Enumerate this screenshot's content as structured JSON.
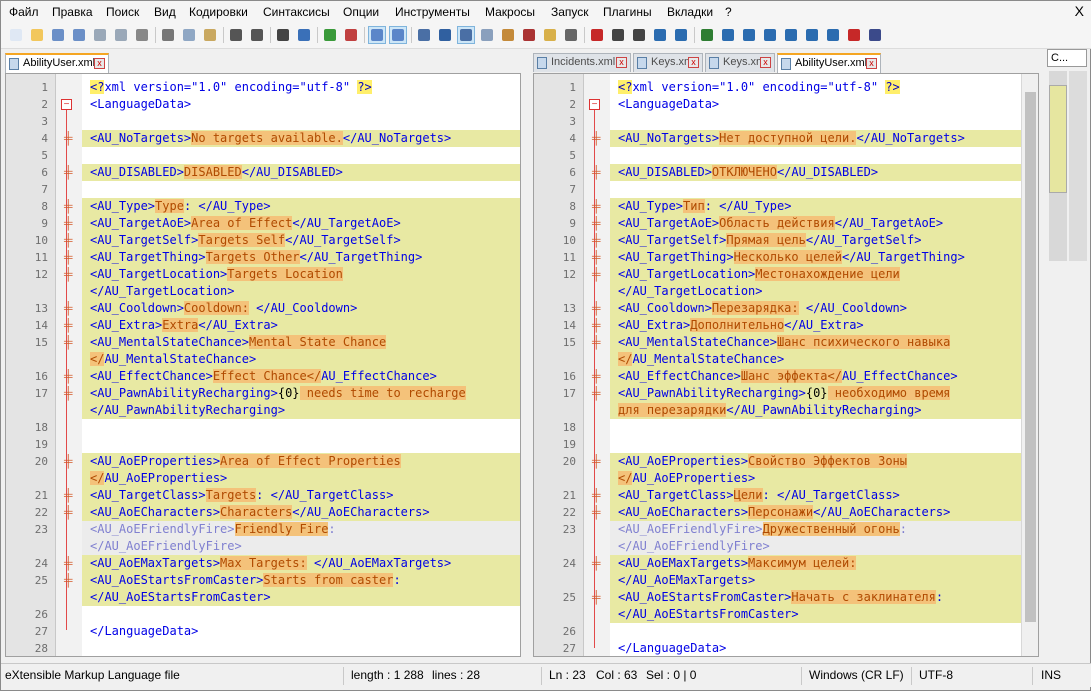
{
  "menu": [
    "Файл",
    "Правка",
    "Поиск",
    "Вид",
    "Кодировки",
    "Синтаксисы",
    "Опции",
    "Инструменты",
    "Макросы",
    "Запуск",
    "Плагины",
    "Вкладки",
    "?"
  ],
  "window_close": "X",
  "left_tabs": [
    {
      "label": "AbilityUser.xml",
      "active": true
    }
  ],
  "right_tabs": [
    {
      "label": "Incidents.xml",
      "active": false
    },
    {
      "label": "Keys.xml",
      "active": false
    },
    {
      "label": "Keys.xml",
      "active": false
    },
    {
      "label": "AbilityUser.xml",
      "active": true
    }
  ],
  "docmap_title": "C...",
  "left_editor": {
    "lines": [
      {
        "num": "1",
        "segs": [
          [
            "pi",
            "<?"
          ],
          [
            "t",
            "xml version=\"1.0\" encoding=\"utf-8\" "
          ],
          [
            "pi",
            "?>"
          ]
        ],
        "mod": false
      },
      {
        "num": "2",
        "segs": [
          [
            "t",
            "<LanguageData>"
          ]
        ],
        "mod": false,
        "fold": true
      },
      {
        "num": "3",
        "segs": [],
        "mod": false
      },
      {
        "num": "4",
        "segs": [
          [
            "t",
            "<AU_NoTargets>"
          ],
          [
            "hl",
            "No targets available."
          ],
          [
            "t",
            "</AU_NoTargets>"
          ]
        ],
        "mod": true
      },
      {
        "num": "5",
        "segs": [],
        "mod": false
      },
      {
        "num": "6",
        "segs": [
          [
            "t",
            "<AU_DISABLED>"
          ],
          [
            "hl",
            "DISABLED"
          ],
          [
            "t",
            "</AU_DISABLED>"
          ]
        ],
        "mod": true
      },
      {
        "num": "7",
        "segs": [],
        "mod": false
      },
      {
        "num": "8",
        "segs": [
          [
            "t",
            "<AU_Type>"
          ],
          [
            "hl",
            "Type"
          ],
          [
            "t",
            ": </AU_Type>"
          ]
        ],
        "mod": true
      },
      {
        "num": "9",
        "segs": [
          [
            "t",
            "<AU_TargetAoE>"
          ],
          [
            "hl",
            "Area of Effect"
          ],
          [
            "t",
            "</AU_TargetAoE>"
          ]
        ],
        "mod": true
      },
      {
        "num": "10",
        "segs": [
          [
            "t",
            "<AU_TargetSelf>"
          ],
          [
            "hl",
            "Targets Self"
          ],
          [
            "t",
            "</AU_TargetSelf>"
          ]
        ],
        "mod": true
      },
      {
        "num": "11",
        "segs": [
          [
            "t",
            "<AU_TargetThing>"
          ],
          [
            "hl",
            "Targets Other"
          ],
          [
            "t",
            "</AU_TargetThing>"
          ]
        ],
        "mod": true
      },
      {
        "num": "12",
        "segs": [
          [
            "t",
            "<AU_TargetLocation>"
          ],
          [
            "hl",
            "Targets Location"
          ]
        ],
        "mod": true
      },
      {
        "num": "",
        "segs": [
          [
            "t",
            "</AU_TargetLocation>"
          ]
        ],
        "mod": true
      },
      {
        "num": "13",
        "segs": [
          [
            "t",
            "<AU_Cooldown>"
          ],
          [
            "hl",
            "Cooldown:"
          ],
          [
            "t",
            " </AU_Cooldown>"
          ]
        ],
        "mod": true
      },
      {
        "num": "14",
        "segs": [
          [
            "t",
            "<AU_Extra>"
          ],
          [
            "hl",
            "Extra"
          ],
          [
            "t",
            "</AU_Extra>"
          ]
        ],
        "mod": true
      },
      {
        "num": "15",
        "segs": [
          [
            "t",
            "<AU_MentalStateChance>"
          ],
          [
            "hl",
            "Mental State Chance"
          ]
        ],
        "mod": true
      },
      {
        "num": "",
        "segs": [
          [
            "hl",
            "</"
          ],
          [
            "t",
            "AU_MentalStateChance>"
          ]
        ],
        "mod": true
      },
      {
        "num": "16",
        "segs": [
          [
            "t",
            "<AU_EffectChance>"
          ],
          [
            "hl",
            "Effect Chance"
          ],
          [
            "hl",
            "</"
          ],
          [
            "t",
            "AU_EffectChance>"
          ]
        ],
        "mod": true
      },
      {
        "num": "17",
        "segs": [
          [
            "t",
            "<AU_PawnAbilityRecharging>"
          ],
          [
            "txt",
            "{0}"
          ],
          [
            "hl",
            " needs time to recharge"
          ]
        ],
        "mod": true
      },
      {
        "num": "",
        "segs": [
          [
            "t",
            "</AU_PawnAbilityRecharging>"
          ]
        ],
        "mod": true
      },
      {
        "num": "18",
        "segs": [],
        "mod": false
      },
      {
        "num": "19",
        "segs": [],
        "mod": false
      },
      {
        "num": "20",
        "segs": [
          [
            "t",
            "<AU_AoEProperties>"
          ],
          [
            "hl",
            "Area of Effect Properties"
          ]
        ],
        "mod": true
      },
      {
        "num": "",
        "segs": [
          [
            "hl",
            "</"
          ],
          [
            "t",
            "AU_AoEProperties>"
          ]
        ],
        "mod": true
      },
      {
        "num": "21",
        "segs": [
          [
            "t",
            "<AU_TargetClass>"
          ],
          [
            "hl",
            "Targets"
          ],
          [
            "t",
            ": </AU_TargetClass>"
          ]
        ],
        "mod": true
      },
      {
        "num": "22",
        "segs": [
          [
            "t",
            "<AU_AoECharacters>"
          ],
          [
            "hl",
            "Characters"
          ],
          [
            "t",
            "</AU_AoECharacters>"
          ]
        ],
        "mod": true
      },
      {
        "num": "23",
        "segs": [
          [
            "t",
            "<AU_AoEFriendlyFire>"
          ],
          [
            "hl",
            "Friendly Fire"
          ],
          [
            "t",
            ":"
          ]
        ],
        "mod": false,
        "sel": true
      },
      {
        "num": "",
        "segs": [
          [
            "t",
            "</AU_AoEFriendlyFire>"
          ]
        ],
        "mod": false,
        "sel": true
      },
      {
        "num": "24",
        "segs": [
          [
            "t",
            "<AU_AoEMaxTargets>"
          ],
          [
            "hl",
            "Max Targets:"
          ],
          [
            "t",
            " </AU_AoEMaxTargets>"
          ]
        ],
        "mod": true
      },
      {
        "num": "25",
        "segs": [
          [
            "t",
            "<AU_AoEStartsFromCaster>"
          ],
          [
            "hl",
            "Starts from caster"
          ],
          [
            "t",
            ":"
          ]
        ],
        "mod": true
      },
      {
        "num": "",
        "segs": [
          [
            "t",
            "</AU_AoEStartsFromCaster>"
          ]
        ],
        "mod": true
      },
      {
        "num": "26",
        "segs": [],
        "mod": false
      },
      {
        "num": "27",
        "segs": [
          [
            "t",
            "</LanguageData>"
          ]
        ],
        "mod": false
      },
      {
        "num": "28",
        "segs": [],
        "mod": false
      }
    ]
  },
  "right_editor": {
    "lines": [
      {
        "num": "1",
        "segs": [
          [
            "pi",
            "<?"
          ],
          [
            "t",
            "xml version=\"1.0\" encoding=\"utf-8\" "
          ],
          [
            "pi",
            "?>"
          ]
        ],
        "mod": false
      },
      {
        "num": "2",
        "segs": [
          [
            "t",
            "<LanguageData>"
          ]
        ],
        "mod": false,
        "fold": true
      },
      {
        "num": "3",
        "segs": [],
        "mod": false
      },
      {
        "num": "4",
        "segs": [
          [
            "t",
            "<AU_NoTargets>"
          ],
          [
            "hl",
            "Нет доступной цели."
          ],
          [
            "t",
            "</AU_NoTargets>"
          ]
        ],
        "mod": true
      },
      {
        "num": "5",
        "segs": [],
        "mod": false
      },
      {
        "num": "6",
        "segs": [
          [
            "t",
            "<AU_DISABLED>"
          ],
          [
            "hl",
            "ОТКЛЮЧЕНО"
          ],
          [
            "t",
            "</AU_DISABLED>"
          ]
        ],
        "mod": true
      },
      {
        "num": "7",
        "segs": [],
        "mod": false
      },
      {
        "num": "8",
        "segs": [
          [
            "t",
            "<AU_Type>"
          ],
          [
            "hl",
            "Тип"
          ],
          [
            "t",
            ": </AU_Type>"
          ]
        ],
        "mod": true
      },
      {
        "num": "9",
        "segs": [
          [
            "t",
            "<AU_TargetAoE>"
          ],
          [
            "hl",
            "Область действия"
          ],
          [
            "t",
            "</AU_TargetAoE>"
          ]
        ],
        "mod": true
      },
      {
        "num": "10",
        "segs": [
          [
            "t",
            "<AU_TargetSelf>"
          ],
          [
            "hl",
            "Прямая цель"
          ],
          [
            "t",
            "</AU_TargetSelf>"
          ]
        ],
        "mod": true
      },
      {
        "num": "11",
        "segs": [
          [
            "t",
            "<AU_TargetThing>"
          ],
          [
            "hl",
            "Несколько целей"
          ],
          [
            "t",
            "</AU_TargetThing>"
          ]
        ],
        "mod": true
      },
      {
        "num": "12",
        "segs": [
          [
            "t",
            "<AU_TargetLocation>"
          ],
          [
            "hl",
            "Местонахождение цели"
          ]
        ],
        "mod": true
      },
      {
        "num": "",
        "segs": [
          [
            "t",
            "</AU_TargetLocation>"
          ]
        ],
        "mod": true
      },
      {
        "num": "13",
        "segs": [
          [
            "t",
            "<AU_Cooldown>"
          ],
          [
            "hl",
            "Перезарядка:"
          ],
          [
            "t",
            " </AU_Cooldown>"
          ]
        ],
        "mod": true
      },
      {
        "num": "14",
        "segs": [
          [
            "t",
            "<AU_Extra>"
          ],
          [
            "hl",
            "Дополнительно"
          ],
          [
            "t",
            "</AU_Extra>"
          ]
        ],
        "mod": true
      },
      {
        "num": "15",
        "segs": [
          [
            "t",
            "<AU_MentalStateChance>"
          ],
          [
            "hl",
            "Шанс психического навыка"
          ]
        ],
        "mod": true
      },
      {
        "num": "",
        "segs": [
          [
            "hl",
            "</"
          ],
          [
            "t",
            "AU_MentalStateChance>"
          ]
        ],
        "mod": true
      },
      {
        "num": "16",
        "segs": [
          [
            "t",
            "<AU_EffectChance>"
          ],
          [
            "hl",
            "Шанс эффекта"
          ],
          [
            "hl",
            "</"
          ],
          [
            "t",
            "AU_EffectChance>"
          ]
        ],
        "mod": true
      },
      {
        "num": "17",
        "segs": [
          [
            "t",
            "<AU_PawnAbilityRecharging>"
          ],
          [
            "txt",
            "{0}"
          ],
          [
            "hl",
            " необходимо время"
          ]
        ],
        "mod": true
      },
      {
        "num": "",
        "segs": [
          [
            "hl",
            "для перезарядки"
          ],
          [
            "t",
            "</AU_PawnAbilityRecharging>"
          ]
        ],
        "mod": true
      },
      {
        "num": "18",
        "segs": [],
        "mod": false
      },
      {
        "num": "19",
        "segs": [],
        "mod": false
      },
      {
        "num": "20",
        "segs": [
          [
            "t",
            "<AU_AoEProperties>"
          ],
          [
            "hl",
            "Свойство Эффектов Зоны"
          ]
        ],
        "mod": true
      },
      {
        "num": "",
        "segs": [
          [
            "hl",
            "</"
          ],
          [
            "t",
            "AU_AoEProperties>"
          ]
        ],
        "mod": true
      },
      {
        "num": "21",
        "segs": [
          [
            "t",
            "<AU_TargetClass>"
          ],
          [
            "hl",
            "Цели"
          ],
          [
            "t",
            ": </AU_TargetClass>"
          ]
        ],
        "mod": true
      },
      {
        "num": "22",
        "segs": [
          [
            "t",
            "<AU_AoECharacters>"
          ],
          [
            "hl",
            "Персонажи"
          ],
          [
            "t",
            "</AU_AoECharacters>"
          ]
        ],
        "mod": true
      },
      {
        "num": "23",
        "segs": [
          [
            "t",
            "<AU_AoEFriendlyFire>"
          ],
          [
            "hl",
            "Дружественный огонь"
          ],
          [
            "t",
            ":"
          ]
        ],
        "mod": false,
        "sel": true
      },
      {
        "num": "",
        "segs": [
          [
            "t",
            "</AU_AoEFriendlyFire>"
          ]
        ],
        "mod": false,
        "sel": true
      },
      {
        "num": "24",
        "segs": [
          [
            "t",
            "<AU_AoEMaxTargets>"
          ],
          [
            "hl",
            "Максимум целей:"
          ]
        ],
        "mod": true
      },
      {
        "num": "",
        "segs": [
          [
            "t",
            "</AU_AoEMaxTargets>"
          ]
        ],
        "mod": true
      },
      {
        "num": "25",
        "segs": [
          [
            "t",
            "<AU_AoEStartsFromCaster>"
          ],
          [
            "hl",
            "Начать с заклинателя"
          ],
          [
            "t",
            ":"
          ]
        ],
        "mod": true
      },
      {
        "num": "",
        "segs": [
          [
            "t",
            "</AU_AoEStartsFromCaster>"
          ]
        ],
        "mod": true
      },
      {
        "num": "26",
        "segs": [],
        "mod": false
      },
      {
        "num": "27",
        "segs": [
          [
            "t",
            "</LanguageData>"
          ]
        ],
        "mod": false
      }
    ]
  },
  "status": {
    "filetype": "eXtensible Markup Language file",
    "length": "length : 1 288",
    "lines": "lines : 28",
    "ln": "Ln : 23",
    "col": "Col : 63",
    "sel": "Sel : 0 | 0",
    "eol": "Windows (CR LF)",
    "encoding": "UTF-8",
    "mode": "INS"
  },
  "colors": {
    "modified_line": "#e8e9a3",
    "highlight": "#f4c27a",
    "tag": "#0000e6",
    "active_tab_accent": "#f5a623"
  }
}
